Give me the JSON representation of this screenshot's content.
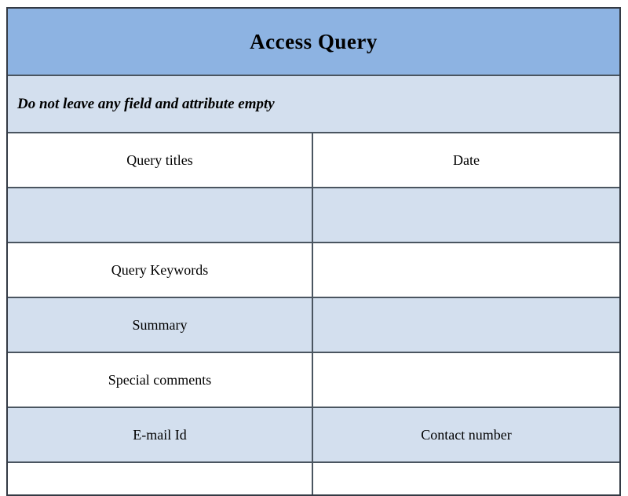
{
  "form": {
    "title": "Access Query",
    "instruction": "Do not leave any field and attribute empty",
    "rows": [
      {
        "left": "Query titles",
        "right": "Date"
      },
      {
        "left": "",
        "right": ""
      },
      {
        "left": "Query Keywords",
        "right": ""
      },
      {
        "left": "Summary",
        "right": ""
      },
      {
        "left": "Special comments",
        "right": ""
      },
      {
        "left": "E-mail Id",
        "right": "Contact number"
      },
      {
        "left": "",
        "right": ""
      }
    ],
    "colors": {
      "header_bg": "#8db3e2",
      "band_bg": "#d3dfee",
      "border": "#4a5560",
      "text": "#000000",
      "page_bg": "#ffffff"
    }
  }
}
